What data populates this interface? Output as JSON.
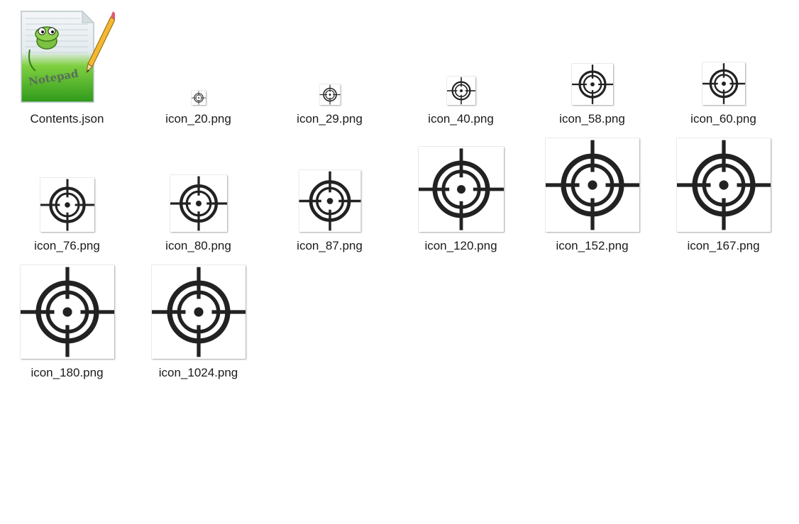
{
  "files": [
    {
      "name": "Contents.json",
      "icon": "notepad-plus-plus-icon"
    },
    {
      "name": "icon_20.png",
      "icon": "crosshair-icon"
    },
    {
      "name": "icon_29.png",
      "icon": "crosshair-icon"
    },
    {
      "name": "icon_40.png",
      "icon": "crosshair-icon"
    },
    {
      "name": "icon_58.png",
      "icon": "crosshair-icon"
    },
    {
      "name": "icon_60.png",
      "icon": "crosshair-icon"
    },
    {
      "name": "icon_76.png",
      "icon": "crosshair-icon"
    },
    {
      "name": "icon_80.png",
      "icon": "crosshair-icon"
    },
    {
      "name": "icon_87.png",
      "icon": "crosshair-icon"
    },
    {
      "name": "icon_120.png",
      "icon": "crosshair-icon"
    },
    {
      "name": "icon_152.png",
      "icon": "crosshair-icon"
    },
    {
      "name": "icon_167.png",
      "icon": "crosshair-icon"
    },
    {
      "name": "icon_180.png",
      "icon": "crosshair-icon"
    },
    {
      "name": "icon_1024.png",
      "icon": "crosshair-icon"
    }
  ],
  "colors": {
    "crosshair": "#222222",
    "label": "#1a1a1a",
    "background": "#ffffff"
  }
}
